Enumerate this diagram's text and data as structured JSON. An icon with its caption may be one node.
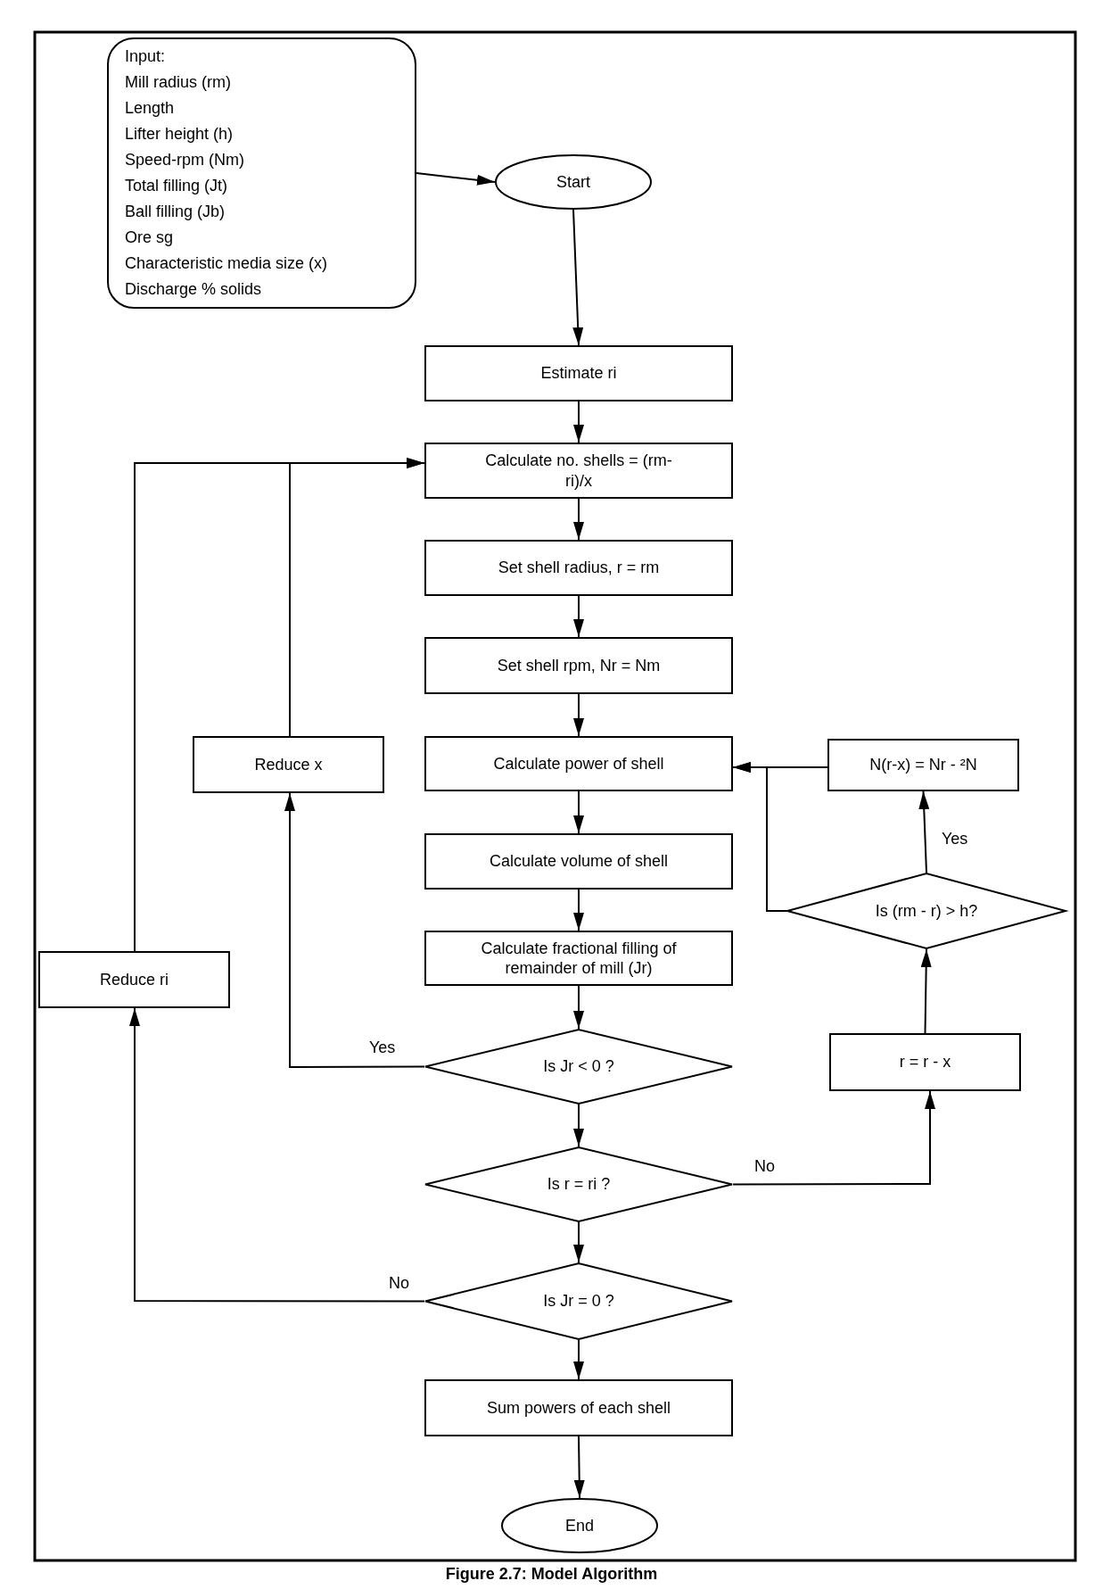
{
  "diagram": {
    "caption": "Figure 2.7: Model Algorithm",
    "nodes": [
      {
        "text": [
          "Input:",
          "Mill radius (rm)",
          "Length",
          "Lifter height (h)",
          "Speed-rpm (Nm)",
          "Total filling (Jt)",
          "Ball filling (Jb)",
          "Ore sg",
          "Characteristic media size (x)",
          "Discharge % solids"
        ]
      },
      {
        "text": [
          "Start"
        ]
      },
      {
        "text": [
          "Estimate ri"
        ]
      },
      {
        "text": [
          "Calculate no. shells = (rm-ri)/x"
        ]
      },
      {
        "text": [
          "Set shell radius, r = rm"
        ]
      },
      {
        "text": [
          "Set shell rpm, Nr = Nm"
        ]
      },
      {
        "text": [
          "Calculate power of shell"
        ]
      },
      {
        "text": [
          "Calculate volume of shell"
        ]
      },
      {
        "text": [
          "Calculate fractional filling of remainder of mill (Jr)"
        ]
      },
      {
        "text": [
          "Is Jr < 0 ?"
        ]
      },
      {
        "text": [
          "Is r = ri ?"
        ]
      },
      {
        "text": [
          "Is Jr = 0 ?"
        ]
      },
      {
        "text": [
          "Sum powers of each shell"
        ]
      },
      {
        "text": [
          "End"
        ]
      },
      {
        "text": [
          "Reduce x"
        ]
      },
      {
        "text": [
          "Reduce ri"
        ]
      },
      {
        "text": [
          "N(r-x) = Nr - ²N"
        ]
      },
      {
        "text": [
          "Is (rm - r) > h?"
        ]
      },
      {
        "text": [
          "r = r - x"
        ]
      }
    ],
    "edges": [
      {
        "from": 0,
        "to": 1,
        "arrow": "to"
      },
      {
        "from": 1,
        "to": 2,
        "arrow": "to"
      },
      {
        "from": 2,
        "to": 3,
        "arrow": "to"
      },
      {
        "from": 3,
        "to": 4,
        "arrow": "to"
      },
      {
        "from": 4,
        "to": 5,
        "arrow": "to"
      },
      {
        "from": 5,
        "to": 6,
        "arrow": "to"
      },
      {
        "from": 6,
        "to": 7,
        "arrow": "to"
      },
      {
        "from": 7,
        "to": 8,
        "arrow": "to"
      },
      {
        "from": 8,
        "to": 9,
        "arrow": "to"
      },
      {
        "from": 9,
        "to": 14,
        "label": "Yes",
        "arrow": "to"
      },
      {
        "from": 14,
        "to": 3,
        "arrow": "to"
      },
      {
        "from": 9,
        "to": 10,
        "arrow": "to"
      },
      {
        "from": 10,
        "to": 18,
        "label": "No",
        "arrow": "to"
      },
      {
        "from": 10,
        "to": 11,
        "arrow": "to"
      },
      {
        "from": 11,
        "to": 15,
        "label": "No",
        "arrow": "to"
      },
      {
        "from": 11,
        "to": 12,
        "arrow": "to"
      },
      {
        "from": 12,
        "to": 13,
        "arrow": "to"
      },
      {
        "from": 18,
        "to": 17,
        "arrow": "to"
      },
      {
        "from": 17,
        "to": 16,
        "label": "Yes",
        "arrow": "to"
      },
      {
        "from": 17,
        "to": 6,
        "arrow": "to"
      },
      {
        "from": 16,
        "to": 6,
        "arrow": "to"
      },
      {
        "from": 15,
        "to": 3,
        "arrow": "to"
      }
    ]
  }
}
